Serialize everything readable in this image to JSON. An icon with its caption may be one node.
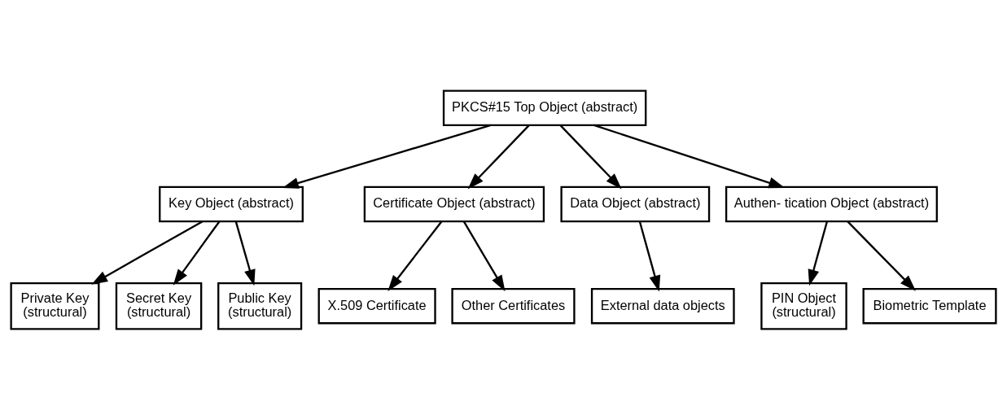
{
  "diagram": {
    "nodes": [
      {
        "text": [
          "PKCS#15 Top Object (abstract)"
        ]
      },
      {
        "text": [
          "Key Object (abstract)"
        ]
      },
      {
        "text": [
          "Certificate Object (abstract)"
        ]
      },
      {
        "text": [
          "Data Object (abstract)"
        ]
      },
      {
        "text": [
          "Authen- tication Object (abstract)"
        ]
      },
      {
        "text": [
          "Private Key",
          "(structural)"
        ]
      },
      {
        "text": [
          "Secret Key",
          "(structural)"
        ]
      },
      {
        "text": [
          "Public Key",
          "(structural)"
        ]
      },
      {
        "text": [
          "X.509 Certificate"
        ]
      },
      {
        "text": [
          "Other Certificates"
        ]
      },
      {
        "text": [
          "External data objects"
        ]
      },
      {
        "text": [
          "PIN Object",
          "(structural)"
        ]
      },
      {
        "text": [
          "Biometric Template"
        ]
      }
    ],
    "edges": [
      {
        "from": 0,
        "to": 1,
        "arrow": "to"
      },
      {
        "from": 0,
        "to": 2,
        "arrow": "to"
      },
      {
        "from": 0,
        "to": 3,
        "arrow": "to"
      },
      {
        "from": 0,
        "to": 4,
        "arrow": "to"
      },
      {
        "from": 1,
        "to": 5,
        "arrow": "to"
      },
      {
        "from": 1,
        "to": 6,
        "arrow": "to"
      },
      {
        "from": 1,
        "to": 7,
        "arrow": "to"
      },
      {
        "from": 2,
        "to": 8,
        "arrow": "to"
      },
      {
        "from": 2,
        "to": 9,
        "arrow": "to"
      },
      {
        "from": 3,
        "to": 10,
        "arrow": "to"
      },
      {
        "from": 4,
        "to": 11,
        "arrow": "to"
      },
      {
        "from": 4,
        "to": 12,
        "arrow": "to"
      }
    ]
  }
}
